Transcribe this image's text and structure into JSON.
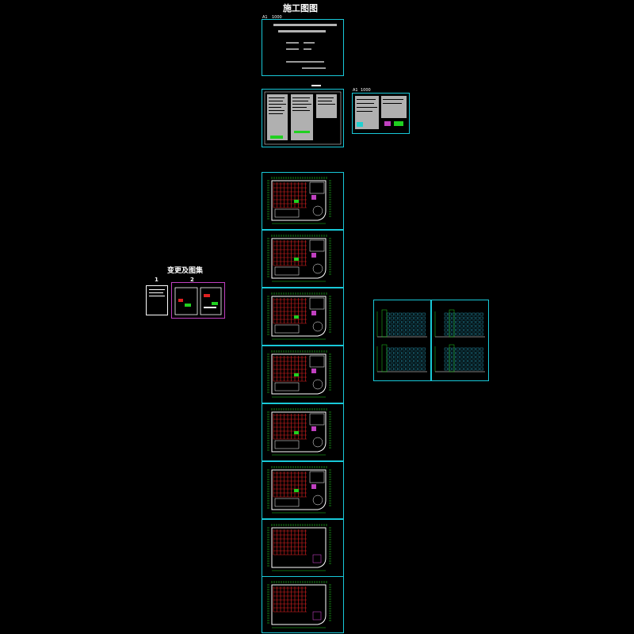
{
  "main_title": "施工图图",
  "cover_tag": "A1",
  "cover_tag_num": "1000",
  "sheet2_tag": "A1",
  "sheet2_tag_num": "1000",
  "side_title": "变更及图集",
  "side_num_1": "1",
  "side_num_2": "2",
  "colors": {
    "frame": "#18c8d8",
    "magenta": "#c040c0",
    "grid_red": "#e02020",
    "grid_green": "#20d020",
    "text": "#ffffff"
  },
  "floor_plans_count": 8,
  "elevation_sheets_count": 2
}
